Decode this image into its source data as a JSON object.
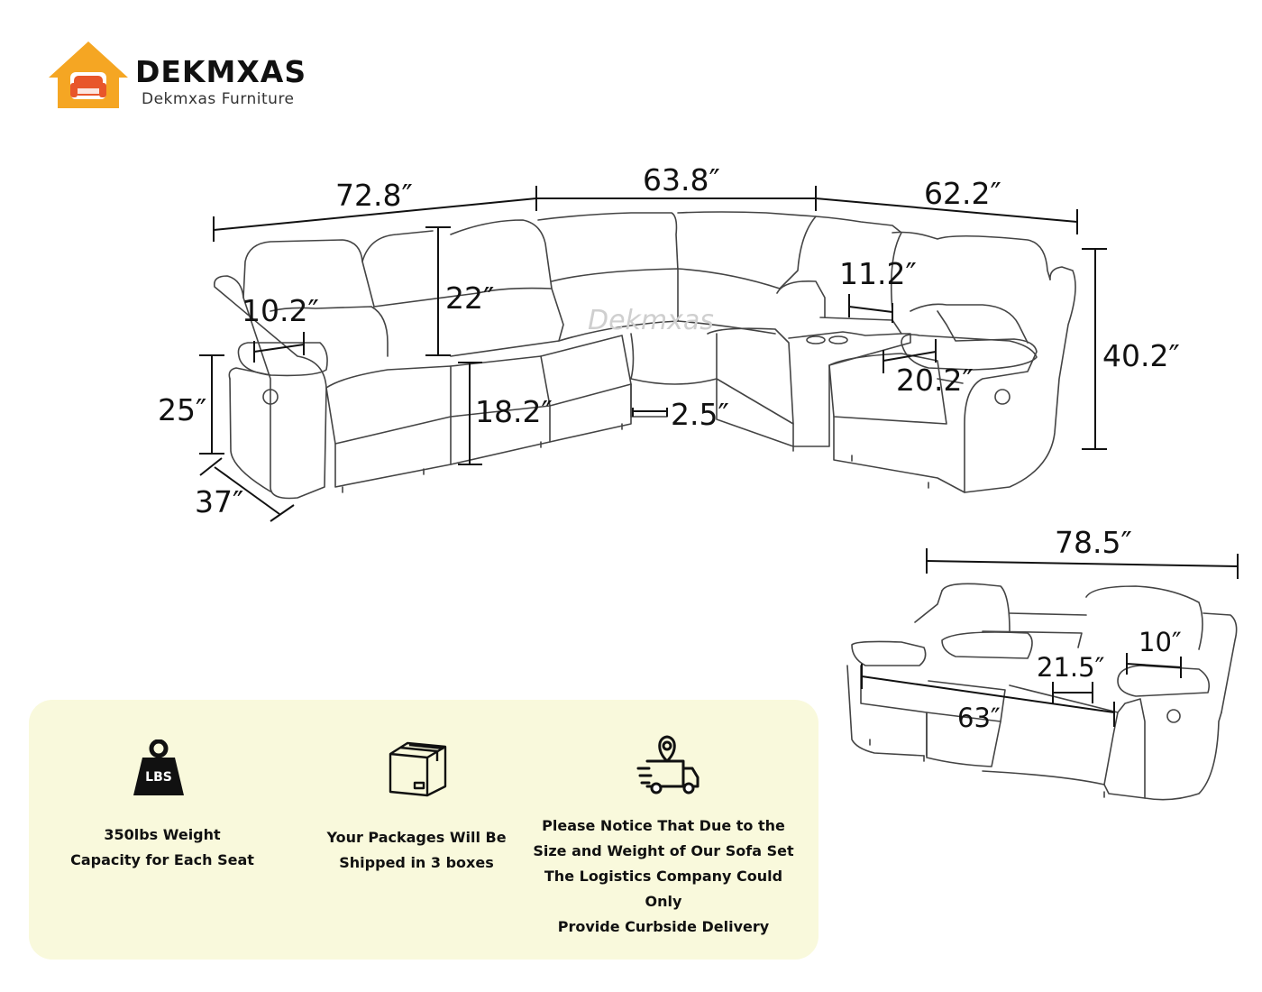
{
  "brand": {
    "name": "DEKMXAS",
    "subtitle": "Dekmxas Furniture",
    "logo_icon": "house-armchair-logo",
    "colors": {
      "house": "#f5a623",
      "chair": "#e8562a"
    }
  },
  "sectional": {
    "watermark": "Dekmxas",
    "dimensions": {
      "left_width": "72.8″",
      "center_width": "63.8″",
      "right_width": "62.2″",
      "total_height": "40.2″",
      "arm_height": "25″",
      "depth": "37″",
      "arm_width": "10.2″",
      "back_height": "22″",
      "seat_height": "18.2″",
      "clearance": "2.5″",
      "console_width": "11.2″",
      "seat_width": "20.2″"
    }
  },
  "sofa": {
    "dimensions": {
      "total_width": "78.5″",
      "arm_width": "10″",
      "seat_width": "21.5″",
      "seat_span": "63″"
    }
  },
  "info_panel": {
    "background": "#f9f9dc",
    "items": [
      {
        "icon": "weight-lbs-icon",
        "icon_text": "LBS",
        "lines": [
          "350lbs Weight",
          "Capacity for Each Seat"
        ]
      },
      {
        "icon": "package-box-icon",
        "lines": [
          "Your Packages Will Be",
          "Shipped in 3 boxes"
        ]
      },
      {
        "icon": "delivery-truck-icon",
        "lines": [
          "Please Notice That Due to the",
          "Size and Weight of Our Sofa Set",
          "The Logistics Company Could Only",
          "Provide Curbside Delivery"
        ]
      }
    ]
  }
}
